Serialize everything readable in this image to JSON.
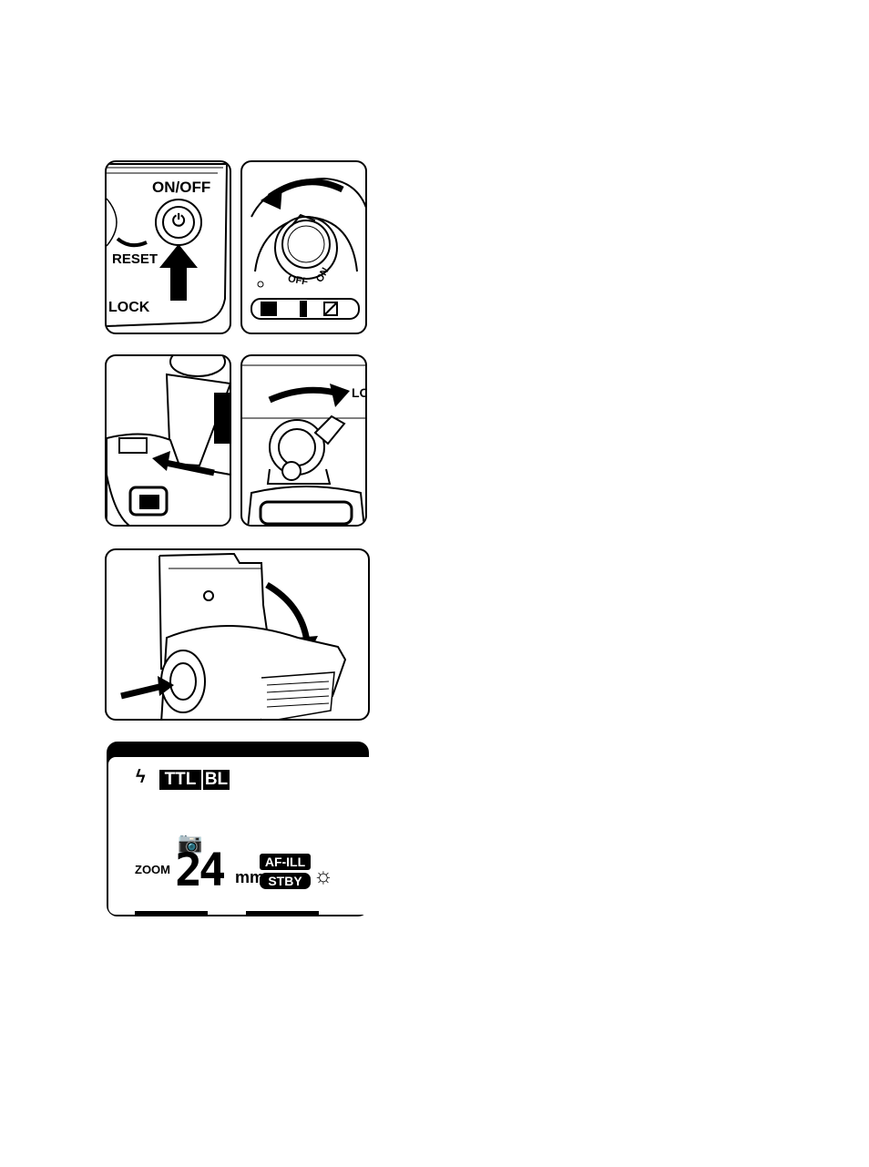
{
  "figure1": {
    "panel_a": {
      "on_off_label": "ON/OFF",
      "reset_label": "RESET",
      "lock_label": "LOCK"
    },
    "panel_b": {
      "off_label": "OFF",
      "on_label": "ON"
    }
  },
  "figure2": {
    "panel_b": {
      "lock_label": "LO"
    }
  },
  "lcd": {
    "ttl_badge": "TTL",
    "bl_badge": "BL",
    "zoom_label": "ZOOM",
    "zoom_value": "24",
    "zoom_unit": "mm",
    "af_ill_badge": "AF-ILL",
    "stby_badge": "STBY",
    "icons": [
      "flash-bolt-icon",
      "camera-icon",
      "sun-icon"
    ]
  }
}
